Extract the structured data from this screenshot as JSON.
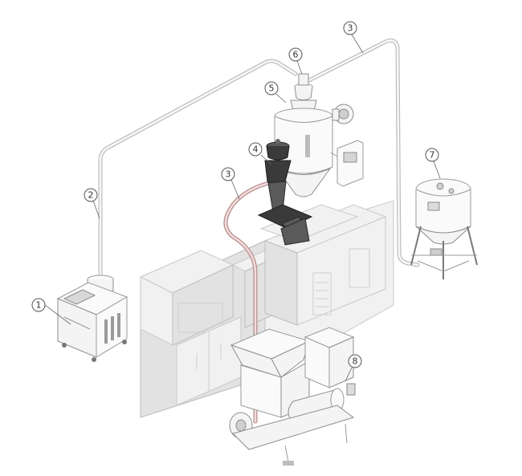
{
  "diagram": {
    "callouts": [
      {
        "id": "c1",
        "label": "1"
      },
      {
        "id": "c2",
        "label": "2"
      },
      {
        "id": "c3a",
        "label": "3"
      },
      {
        "id": "c3b",
        "label": "3"
      },
      {
        "id": "c4",
        "label": "4"
      },
      {
        "id": "c5",
        "label": "5"
      },
      {
        "id": "c6",
        "label": "6"
      },
      {
        "id": "c7",
        "label": "7"
      },
      {
        "id": "c8",
        "label": "8"
      }
    ],
    "colors": {
      "pipe": "#bdbdbd",
      "pipe_highlight": "#b68a8a",
      "ghost_machine": "#f1f1f1",
      "dark_component": "#3a3a3a"
    }
  }
}
